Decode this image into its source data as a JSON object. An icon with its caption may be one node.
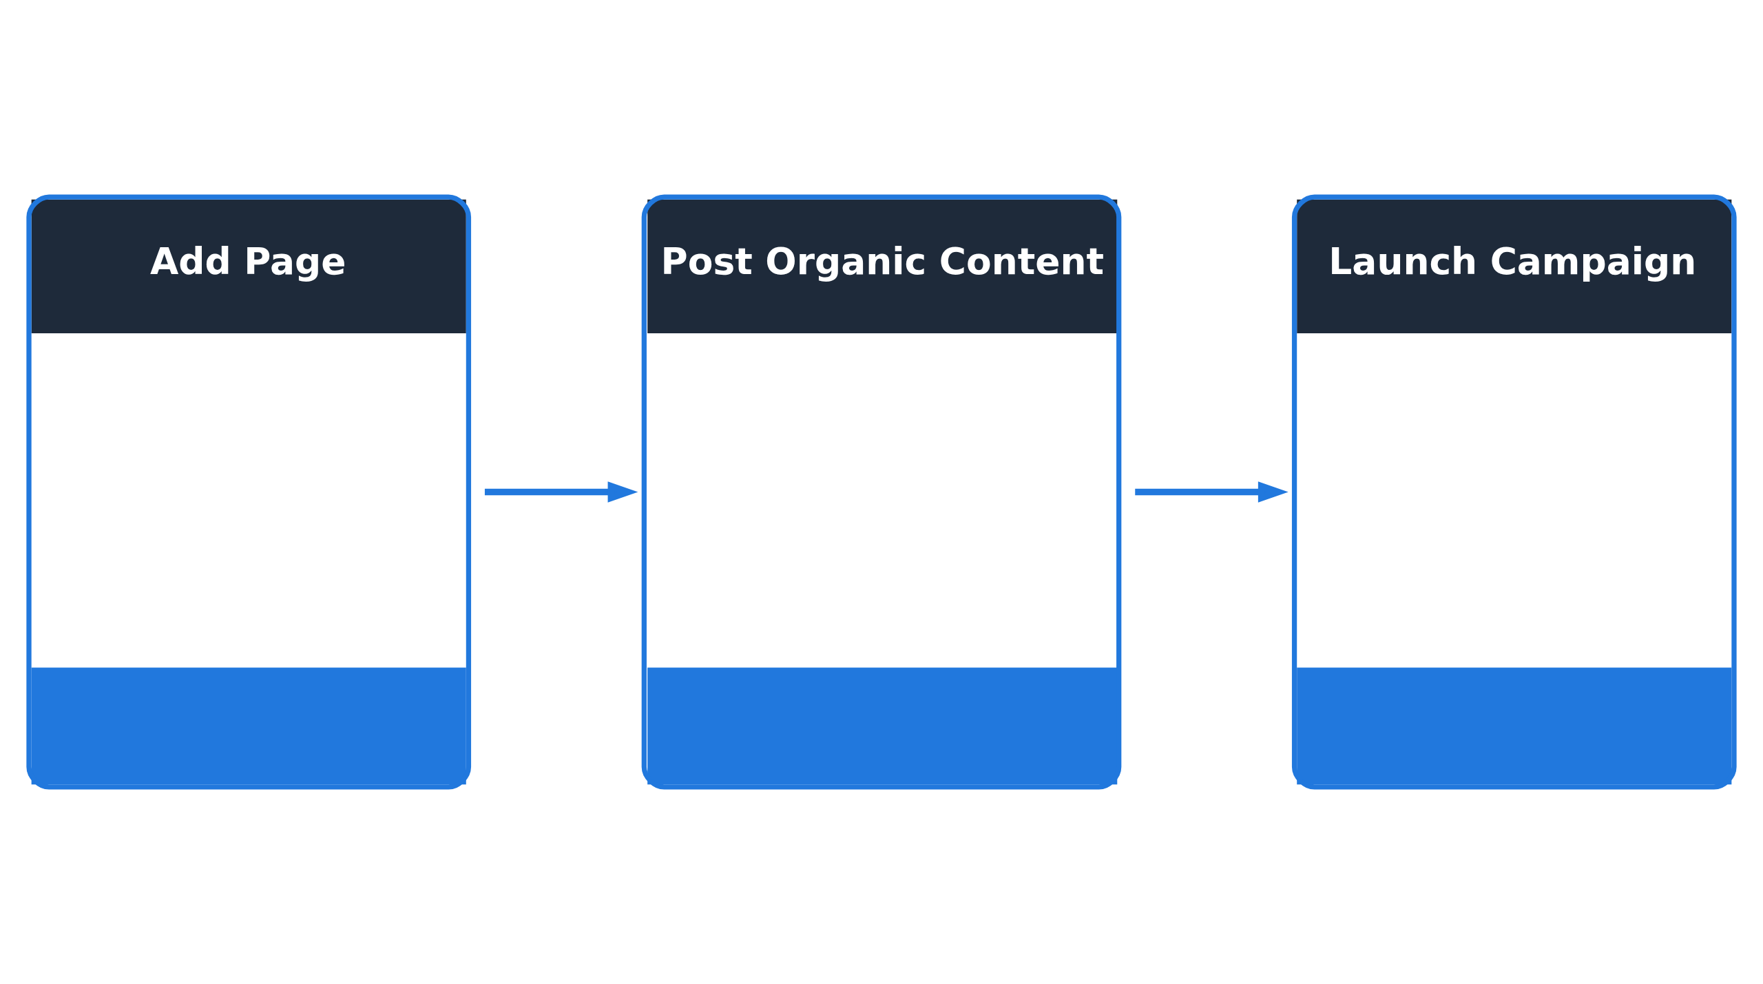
{
  "diagram": {
    "nodes": [
      {
        "text": [
          "Add Page"
        ]
      },
      {
        "text": [
          "Post Organic Content"
        ]
      },
      {
        "text": [
          "Launch Campaign"
        ]
      }
    ],
    "edges": [
      {
        "from": 0,
        "to": 1,
        "arrow": "to"
      },
      {
        "from": 1,
        "to": 2,
        "arrow": "to"
      }
    ]
  }
}
